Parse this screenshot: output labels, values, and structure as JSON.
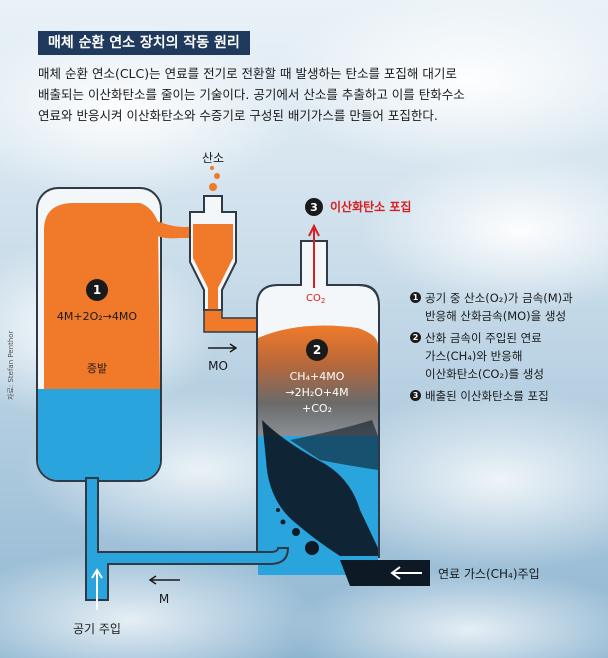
{
  "header": {
    "title": "매체 순환 연소 장치의 작동 원리",
    "description": [
      "매체 순환 연소(CLC)는 연료를 전기로 전환할 때 발생하는 탄소를 포집해 대기로",
      "배출되는 이산화탄소를 줄이는 기술이다. 공기에서 산소를 추출하고 이를 탄화수소",
      "연료와 반응시켜 이산화탄소와 수증기로 구성된 배기가스를 만들어 포집한다."
    ]
  },
  "diagram": {
    "oxygen_label": "산소",
    "capture_number": "3",
    "capture_label": "이산화탄소 포집",
    "co2_label_main": "CO",
    "co2_sub": "2",
    "reactor1": {
      "number": "1",
      "reaction": "4M+2O₂→4MO",
      "phase_label": "증발"
    },
    "reactor2": {
      "number": "2",
      "line1": "CH₄+4MO",
      "line2": "→2H₂O+4M",
      "line3": "+CO₂"
    },
    "mo_label": "MO",
    "m_label": "M",
    "air_inlet_label": "공기 주입",
    "fuel_inlet_label": "연료 가스(CH₄)주입"
  },
  "legend": [
    {
      "num": "1",
      "text_line1": "공기 중 산소(O₂)가 금속(M)과",
      "text_line2": "반응해 산화금속(MO)을 생성"
    },
    {
      "num": "2",
      "text_line1": "산화 금속이 주입된 연료",
      "text_line2": "가스(CH₄)와 반응해",
      "text_line3": "이산화탄소(CO₂)를 생성"
    },
    {
      "num": "3",
      "text_line1": "배출된 이산화탄소를 포집"
    }
  ],
  "credit": "자료: Stefan Penthor",
  "colors": {
    "orange": "#f07a2a",
    "blue": "#2aa4dc",
    "dark": "#0d1a26",
    "red_accent": "#d81e1e",
    "navy": "#1f3a5c"
  }
}
